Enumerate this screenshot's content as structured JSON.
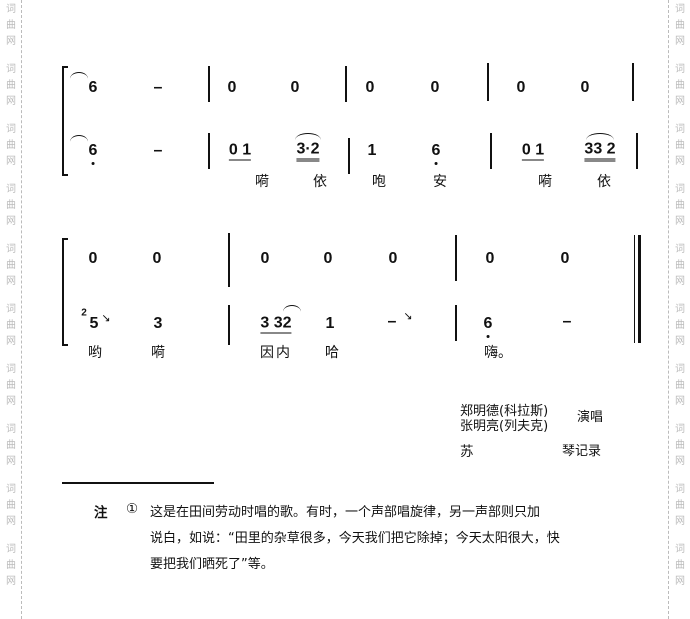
{
  "watermark": "词曲网",
  "system1": {
    "upper": [
      "6",
      "–",
      "0",
      "0",
      "0",
      "0",
      "0",
      "0"
    ],
    "lower": [
      "6",
      "–",
      "0 1",
      "3·2",
      "1",
      "6",
      "0 1",
      "33 2"
    ],
    "lyrics": [
      "嗬",
      "依",
      "咆",
      "安",
      "嗬",
      "依"
    ]
  },
  "system2": {
    "upper": [
      "0",
      "0",
      "0",
      "0",
      "0",
      "0",
      "0"
    ],
    "lower": [
      "5",
      "3",
      "3 32",
      "1",
      "–",
      "6",
      "–"
    ],
    "grace": "2",
    "lyrics": [
      "哟",
      "嗬",
      "因内",
      "哈",
      "嗨。"
    ]
  },
  "credits": {
    "singer1": "郑明德(科拉斯)",
    "singer2": "张明亮(列夫克)",
    "role": "演唱",
    "recorder_surname": "苏",
    "recorder_rest": "琴记录"
  },
  "note": {
    "label": "注",
    "mark": "①",
    "lines": [
      "这是在田间劳动时唱的歌。有时，一个声部唱旋律，另一声部则只加",
      "说白，如说：“田里的杂草很多，今天我们把它除掉；今天太阳很大，快",
      "要把我们晒死了”等。"
    ]
  }
}
